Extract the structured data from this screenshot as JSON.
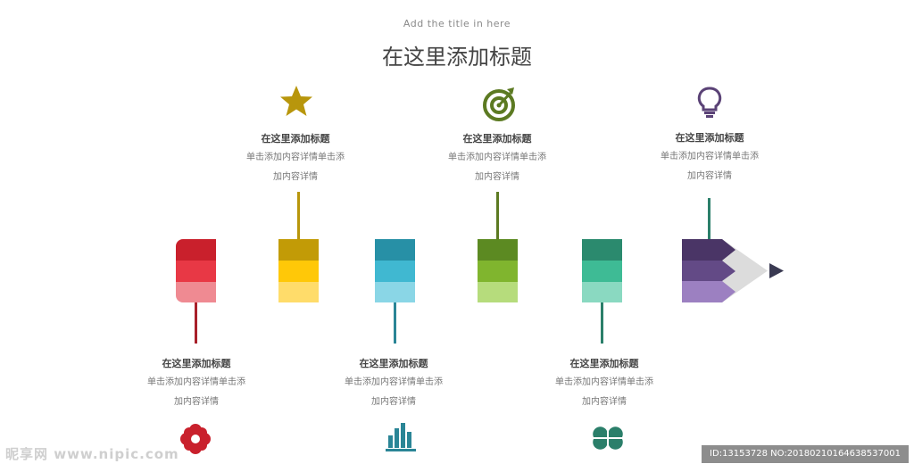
{
  "header": {
    "subtitle": "Add the title in here",
    "title": "在这里添加标题"
  },
  "items": [
    {
      "title": "在这里添加标题",
      "desc_line1": "单击添加内容详情单击添",
      "desc_line2": "加内容详情",
      "icon": "flower-icon",
      "colors": [
        "#c9202c",
        "#e83845",
        "#ef8a92"
      ]
    },
    {
      "title": "在这里添加标题",
      "desc_line1": "单击添加内容详情单击添",
      "desc_line2": "加内容详情",
      "icon": "star-icon",
      "colors": [
        "#c29b06",
        "#ffc808",
        "#ffdc6a"
      ]
    },
    {
      "title": "在这里添加标题",
      "desc_line1": "单击添加内容详情单击添",
      "desc_line2": "加内容详情",
      "icon": "bar-chart-icon",
      "colors": [
        "#2790a6",
        "#40b8d1",
        "#8ad6e6"
      ]
    },
    {
      "title": "在这里添加标题",
      "desc_line1": "单击添加内容详情单击添",
      "desc_line2": "加内容详情",
      "icon": "target-icon",
      "colors": [
        "#5c8a22",
        "#80b52e",
        "#b6dc7c"
      ]
    },
    {
      "title": "在这里添加标题",
      "desc_line1": "单击添加内容详情单击添",
      "desc_line2": "加内容详情",
      "icon": "clover-icon",
      "colors": [
        "#2b8a6e",
        "#3ebb95",
        "#8ad9c1"
      ]
    },
    {
      "title": "在这里添加标题",
      "desc_line1": "单击添加内容详情单击添",
      "desc_line2": "加内容详情",
      "icon": "lightbulb-icon",
      "colors": [
        "#4a3566",
        "#634a86",
        "#9c80c1"
      ]
    }
  ],
  "watermark": {
    "left": "昵享网 www.nipic.com",
    "right": "ID:13153728 NO:20180210164638537001"
  }
}
